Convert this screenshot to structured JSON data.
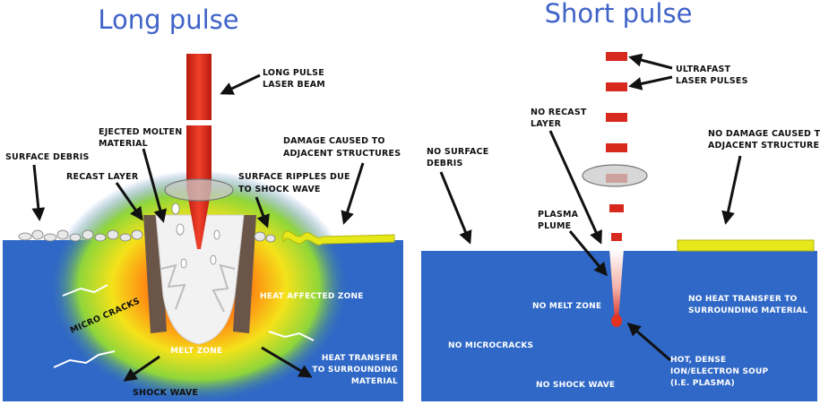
{
  "left_panel": {
    "title": "Long pulse",
    "labels": {
      "beam_line1": "LONG PULSE",
      "beam_line2": "LASER BEAM",
      "ejected_line1": "EJECTED MOLTEN",
      "ejected_line2": "MATERIAL",
      "surface_debris": "SURFACE DEBRIS",
      "recast_layer": "RECAST LAYER",
      "ripples_line1": "SURFACE RIPPLES DUE",
      "ripples_line2": "TO SHOCK WAVE",
      "damage_line1": "DAMAGE CAUSED TO",
      "damage_line2": "ADJACENT STRUCTURES",
      "haz": "HEAT AFFECTED ZONE",
      "micro_cracks": "MICRO CRACKS",
      "melt_zone": "MELT ZONE",
      "shock_wave": "SHOCK WAVE",
      "heat_line1": "HEAT TRANSFER",
      "heat_line2": "TO SURROUNDING",
      "heat_line3": "MATERIAL"
    }
  },
  "right_panel": {
    "title": "Short pulse",
    "labels": {
      "ultrafast_line1": "ULTRAFAST",
      "ultrafast_line2": "LASER PULSES",
      "no_recast_line1": "NO RECAST",
      "no_recast_line2": "LAYER",
      "no_damage_line1": "NO DAMAGE CAUSED TO",
      "no_damage_line2": "ADJACENT STRUCTURES",
      "no_debris_line1": "NO SURFACE",
      "no_debris_line2": "DEBRIS",
      "plasma_line1": "PLASMA",
      "plasma_line2": "PLUME",
      "no_melt": "NO MELT ZONE",
      "no_heat_line1": "NO HEAT TRANSFER TO",
      "no_heat_line2": "SURROUNDING MATERIAL",
      "no_microcracks": "NO MICROCRACKS",
      "no_shock": "NO SHOCK WAVE",
      "hot_line1": "HOT, DENSE",
      "hot_line2": "ION/ELECTRON SOUP",
      "hot_line3": "(I.E. PLASMA)"
    }
  },
  "colors": {
    "title": "#3f63c8",
    "material_blue": "#2f68c6",
    "beam_red": "#d8291e",
    "adjacent_yellow": "#e6e81a",
    "melt_white": "#f4f4f4",
    "recast_brown": "#6b5549",
    "lens_gray": "#c9c9c9"
  }
}
